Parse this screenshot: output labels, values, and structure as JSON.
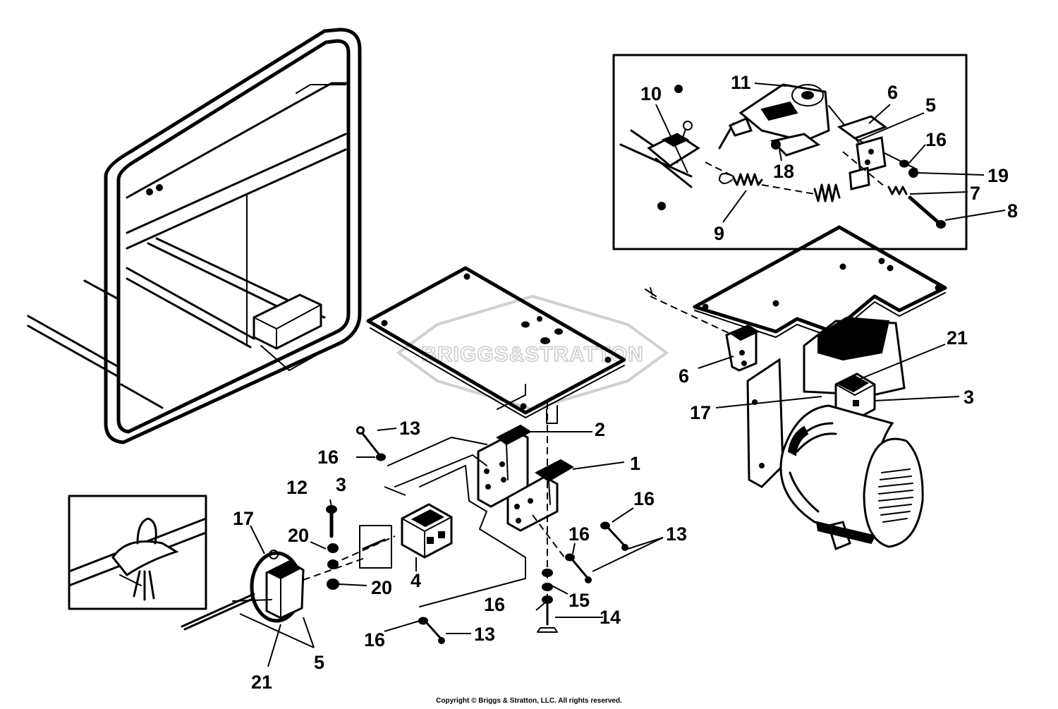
{
  "watermark": "BRIGGS&STRATTON",
  "copyright": "Copyright © Briggs & Stratton, LLC. All rights reserved.",
  "callouts": {
    "c1": "1",
    "c2": "2",
    "c3a": "3",
    "c3b": "3",
    "c4": "4",
    "c5a": "5",
    "c5b": "5",
    "c6a": "6",
    "c6b": "6",
    "c7": "7",
    "c8": "8",
    "c9": "9",
    "c10": "10",
    "c11": "11",
    "c12": "12",
    "c13a": "13",
    "c13b": "13",
    "c13c": "13",
    "c14": "14",
    "c15": "15",
    "c16a": "16",
    "c16b": "16",
    "c16c": "16",
    "c16d": "16",
    "c16e": "16",
    "c16f": "16",
    "c17a": "17",
    "c17b": "17",
    "c18": "18",
    "c19": "19",
    "c20a": "20",
    "c20b": "20",
    "c21a": "21",
    "c21b": "21"
  }
}
